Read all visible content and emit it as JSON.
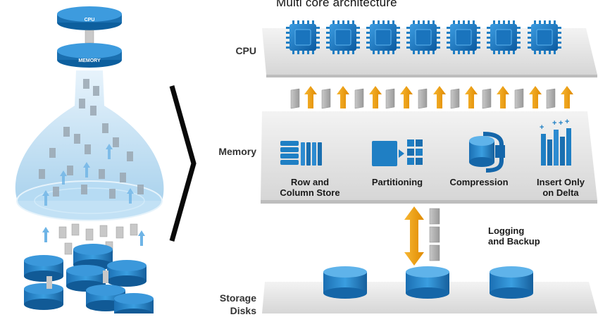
{
  "diagram": {
    "title": "Multi core architecture",
    "rows": {
      "cpu": "CPU",
      "memory": "Memory",
      "storage": "Storage\nDisks"
    },
    "funnel": {
      "cpu_disc": "CPU",
      "memory_disc": "MEMORY"
    },
    "features": [
      {
        "label": "Row and\nColumn Store",
        "icon": "row-column-store-icon"
      },
      {
        "label": "Partitioning",
        "icon": "partitioning-icon"
      },
      {
        "label": "Compression",
        "icon": "compression-clamp-icon"
      },
      {
        "label": "Insert Only\non Delta",
        "icon": "insert-only-delta-icon"
      }
    ],
    "logging": "Logging\nand Backup",
    "colors": {
      "blue": "#1f7fc4",
      "dark_blue": "#0d5f9e",
      "orange": "#f5a20a",
      "panel": "#e6e6e6"
    }
  }
}
